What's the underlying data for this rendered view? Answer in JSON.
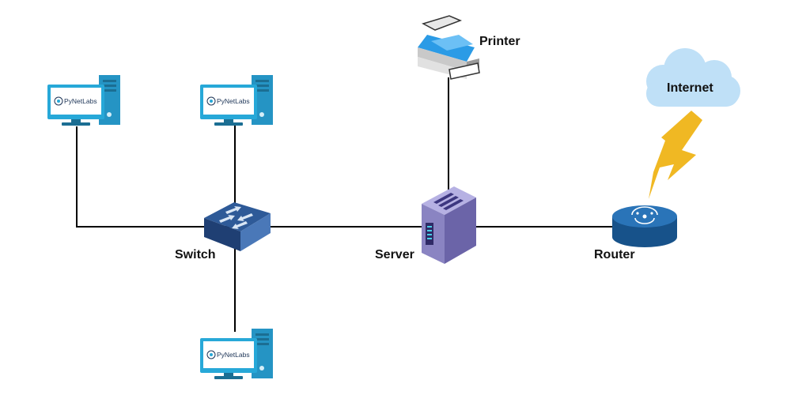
{
  "nodes": {
    "printer": {
      "label": "Printer"
    },
    "internet": {
      "label": "Internet"
    },
    "switch": {
      "label": "Switch"
    },
    "server": {
      "label": "Server"
    },
    "router": {
      "label": "Router"
    }
  },
  "computers": [
    {
      "brand": "PyNetLabs"
    },
    {
      "brand": "PyNetLabs"
    },
    {
      "brand": "PyNetLabs"
    }
  ],
  "colors": {
    "cloud": "#bfe0f7",
    "lightning": "#f0b823",
    "switch_top": "#2e5a98",
    "switch_side": "#1f3f73",
    "server_body": "#8a84c2",
    "router": "#1e5f9c",
    "monitor_frame": "#27a8d8",
    "tower": "#2594c4"
  }
}
